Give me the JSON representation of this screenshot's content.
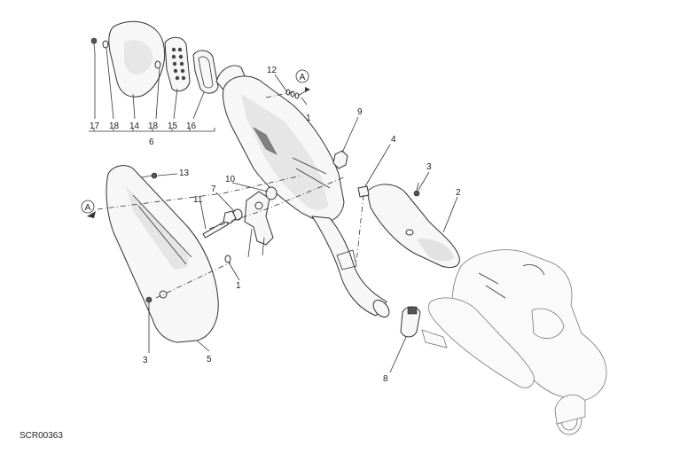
{
  "diagram": {
    "drawing_code": "SCR00363",
    "callouts": {
      "c1a": "1",
      "c1b": "1",
      "c2": "2",
      "c3a": "3",
      "c3b": "3",
      "c4": "4",
      "c5": "5",
      "c6": "6",
      "c7": "7",
      "c8": "8",
      "c9": "9",
      "c10": "10",
      "c11": "11",
      "c12": "12",
      "c13": "13",
      "c14": "14",
      "c15": "15",
      "c16": "16",
      "c17": "17",
      "c18a": "18",
      "c18b": "18"
    },
    "reference_mark": "A"
  }
}
